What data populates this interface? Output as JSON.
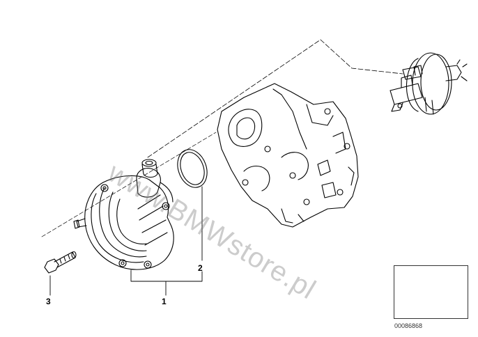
{
  "diagram": {
    "callouts": {
      "part_1": "1",
      "part_2": "2",
      "part_3": "3"
    },
    "watermark": "www.BMWstore.pl",
    "reference_number": "00086868",
    "colors": {
      "line": "#000000",
      "watermark": "#8a8a8a"
    }
  }
}
